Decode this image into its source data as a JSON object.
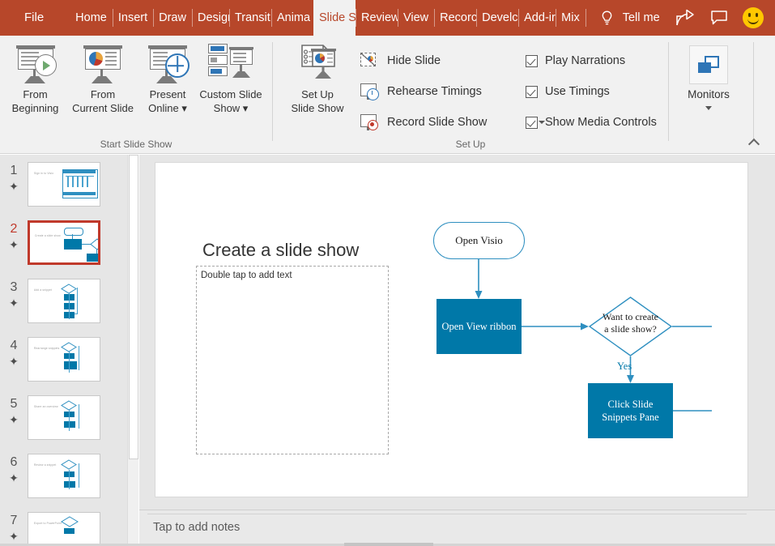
{
  "app": {
    "accent_red": "#B7472A",
    "accent_blue": "#0078A8",
    "ribbon_bg": "#f1f1f1"
  },
  "titlebar": {
    "file_label": "File",
    "tabs": [
      {
        "label": "Home",
        "active": false
      },
      {
        "label": "Insert",
        "active": false
      },
      {
        "label": "Draw",
        "active": false
      },
      {
        "label": "Desigr",
        "active": false
      },
      {
        "label": "Transit",
        "active": false
      },
      {
        "label": "Anima",
        "active": false
      },
      {
        "label": "Slide S",
        "active": true
      },
      {
        "label": "Review",
        "active": false
      },
      {
        "label": "View",
        "active": false
      },
      {
        "label": "Recorc",
        "active": false
      },
      {
        "label": "Develc",
        "active": false
      },
      {
        "label": "Add-ir",
        "active": false
      },
      {
        "label": "Mix",
        "active": false
      }
    ],
    "tell_me": "Tell me",
    "share_icon": "share-icon",
    "comment_icon": "comment-icon",
    "lightbulb_icon": "lightbulb-icon",
    "smiley_icon": "smiley-face-icon"
  },
  "ribbon": {
    "groups": [
      {
        "name": "Start Slide Show",
        "label": "Start Slide Show",
        "buttons": [
          {
            "line1": "From",
            "line2": "Beginning",
            "icon": "present-from-beginning-icon"
          },
          {
            "line1": "From",
            "line2": "Current Slide",
            "icon": "present-from-current-slide-icon"
          },
          {
            "line1": "Present",
            "line2": "Online ▾",
            "icon": "present-online-icon"
          },
          {
            "line1": "Custom Slide",
            "line2": "Show ▾",
            "icon": "custom-slide-show-icon"
          }
        ]
      },
      {
        "name": "Set Up",
        "label": "Set Up",
        "big_button": {
          "line1": "Set Up",
          "line2": "Slide Show",
          "icon": "set-up-slide-show-icon"
        },
        "commands": [
          {
            "label": "Hide Slide",
            "icon": "hide-slide-icon",
            "has_dropdown": false
          },
          {
            "label": "Rehearse Timings",
            "icon": "rehearse-timings-icon",
            "has_dropdown": false
          },
          {
            "label": "Record Slide Show",
            "icon": "record-slide-show-icon",
            "has_dropdown": true
          }
        ],
        "checkboxes": [
          {
            "label": "Play Narrations",
            "checked": true
          },
          {
            "label": "Use Timings",
            "checked": true
          },
          {
            "label": "Show Media Controls",
            "checked": true
          }
        ]
      },
      {
        "name": "Monitors",
        "label": "",
        "monitors_button": {
          "label": "Monitors",
          "icon": "monitors-icon",
          "has_dropdown": true
        }
      }
    ],
    "collapse_label": "collapse-ribbon-icon"
  },
  "thumbnails": {
    "selected": 2,
    "slides": [
      {
        "number": "1",
        "star": "✦",
        "title": "Sign in to Visio",
        "kind": "wide"
      },
      {
        "number": "2",
        "star": "✦",
        "title": "Create a slide show",
        "kind": "flow2"
      },
      {
        "number": "3",
        "star": "✦",
        "title": "Add a snippet",
        "kind": "flow3"
      },
      {
        "number": "4",
        "star": "✦",
        "title": "Rearrange snippets",
        "kind": "flow4"
      },
      {
        "number": "5",
        "star": "✦",
        "title": "Share an overview",
        "kind": "flow4"
      },
      {
        "number": "6",
        "star": "✦",
        "title": "Review a snippet",
        "kind": "flow4"
      },
      {
        "number": "7",
        "star": "✦",
        "title": "Export to PowerPoint",
        "kind": "flow3"
      }
    ]
  },
  "slide": {
    "title": "Create a slide show",
    "body_placeholder": "Double tap to add text",
    "flowchart": {
      "terminator": "Open Visio",
      "box1": "Open View ribbon",
      "decision_line1": "Want to create",
      "decision_line2": "a slide show?",
      "branch_label": "Yes",
      "box2_line1": "Click Slide",
      "box2_line2": "Snippets Pane",
      "shape_fill": "#0078A8",
      "connector_color": "#2E8FC0"
    }
  },
  "notes": {
    "placeholder": "Tap to add notes"
  }
}
